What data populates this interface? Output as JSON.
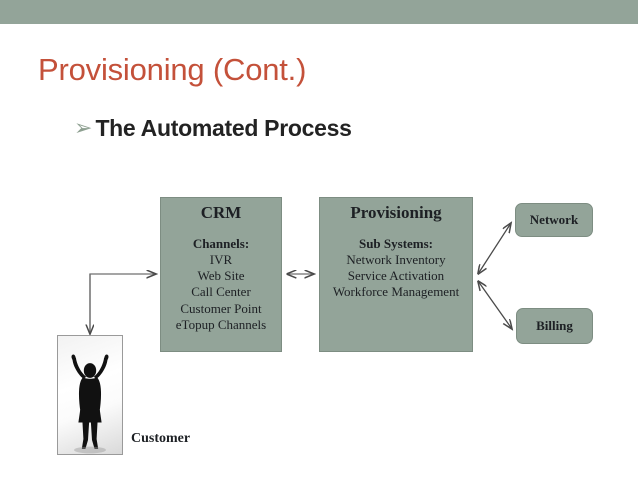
{
  "slide": {
    "title": "Provisioning (Cont.)",
    "bullet_glyph": "➢",
    "bullet_text": "The Automated Process",
    "title_color": "#c4513a",
    "banner_color": "#93a499",
    "box_fill_color": "#93a499",
    "box_border_color": "#7d8d82",
    "connector_color": "#4a4a4a"
  },
  "diagram": {
    "boxes": {
      "crm": {
        "title": "CRM",
        "sub_head": "Channels:",
        "items": [
          "IVR",
          "Web Site",
          "Call Center",
          "Customer Point",
          "eTopup Channels"
        ]
      },
      "provisioning": {
        "title": "Provisioning",
        "sub_head": "Sub Systems:",
        "items": [
          "Network Inventory",
          "Service Activation",
          "Workforce Management"
        ]
      },
      "network": {
        "label": "Network"
      },
      "billing": {
        "label": "Billing"
      }
    },
    "customer": {
      "label": "Customer",
      "image_name": "customer-silhouette"
    },
    "connectors": [
      {
        "name": "customer-to-crm",
        "from": "customer",
        "to": "crm",
        "heads": "one"
      },
      {
        "name": "crm-to-provisioning",
        "from": "crm",
        "to": "provisioning",
        "heads": "both"
      },
      {
        "name": "provisioning-to-network",
        "from": "provisioning",
        "to": "network",
        "heads": "both"
      },
      {
        "name": "provisioning-to-billing",
        "from": "provisioning",
        "to": "billing",
        "heads": "both"
      }
    ]
  }
}
